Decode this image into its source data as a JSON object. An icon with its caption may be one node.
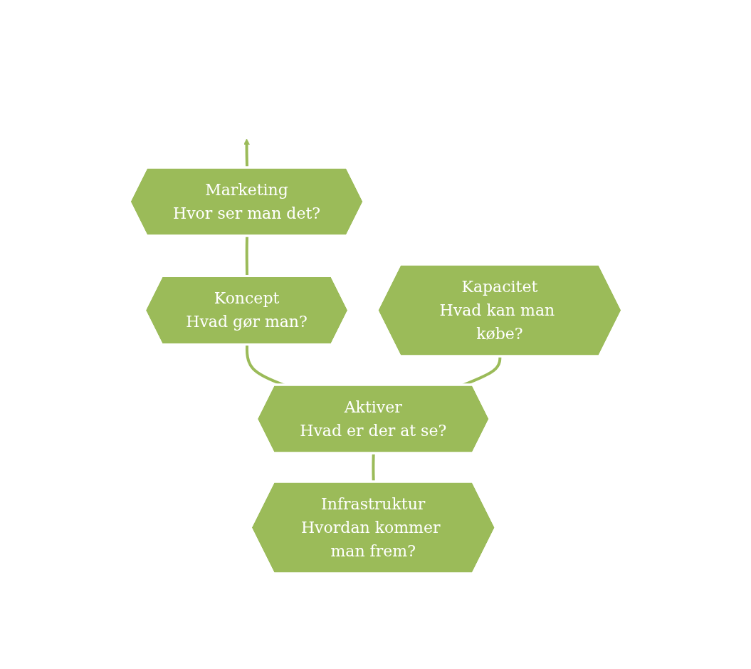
{
  "diagram": {
    "nodes": [
      {
        "text": [
          "Marketing",
          "Hvor ser man det?"
        ]
      },
      {
        "text": [
          "Koncept",
          "Hvad gør man?"
        ]
      },
      {
        "text": [
          "Infrastruktur",
          "Hvordan kommer man frem?"
        ]
      },
      {
        "text": [
          "Aktiver",
          "Hvad er der at se?"
        ]
      },
      {
        "text": [
          "Kapacitet",
          "Hvad kan man købe?"
        ]
      }
    ],
    "edges": [
      {
        "from": 0,
        "to": null,
        "arrow": "to"
      },
      {
        "from": 1,
        "to": 0,
        "arrow": "none"
      },
      {
        "from": 3,
        "to": 1,
        "arrow": "none"
      },
      {
        "from": 2,
        "to": 3,
        "arrow": "none"
      },
      {
        "from": 3,
        "to": 4,
        "arrow": "none"
      }
    ]
  }
}
